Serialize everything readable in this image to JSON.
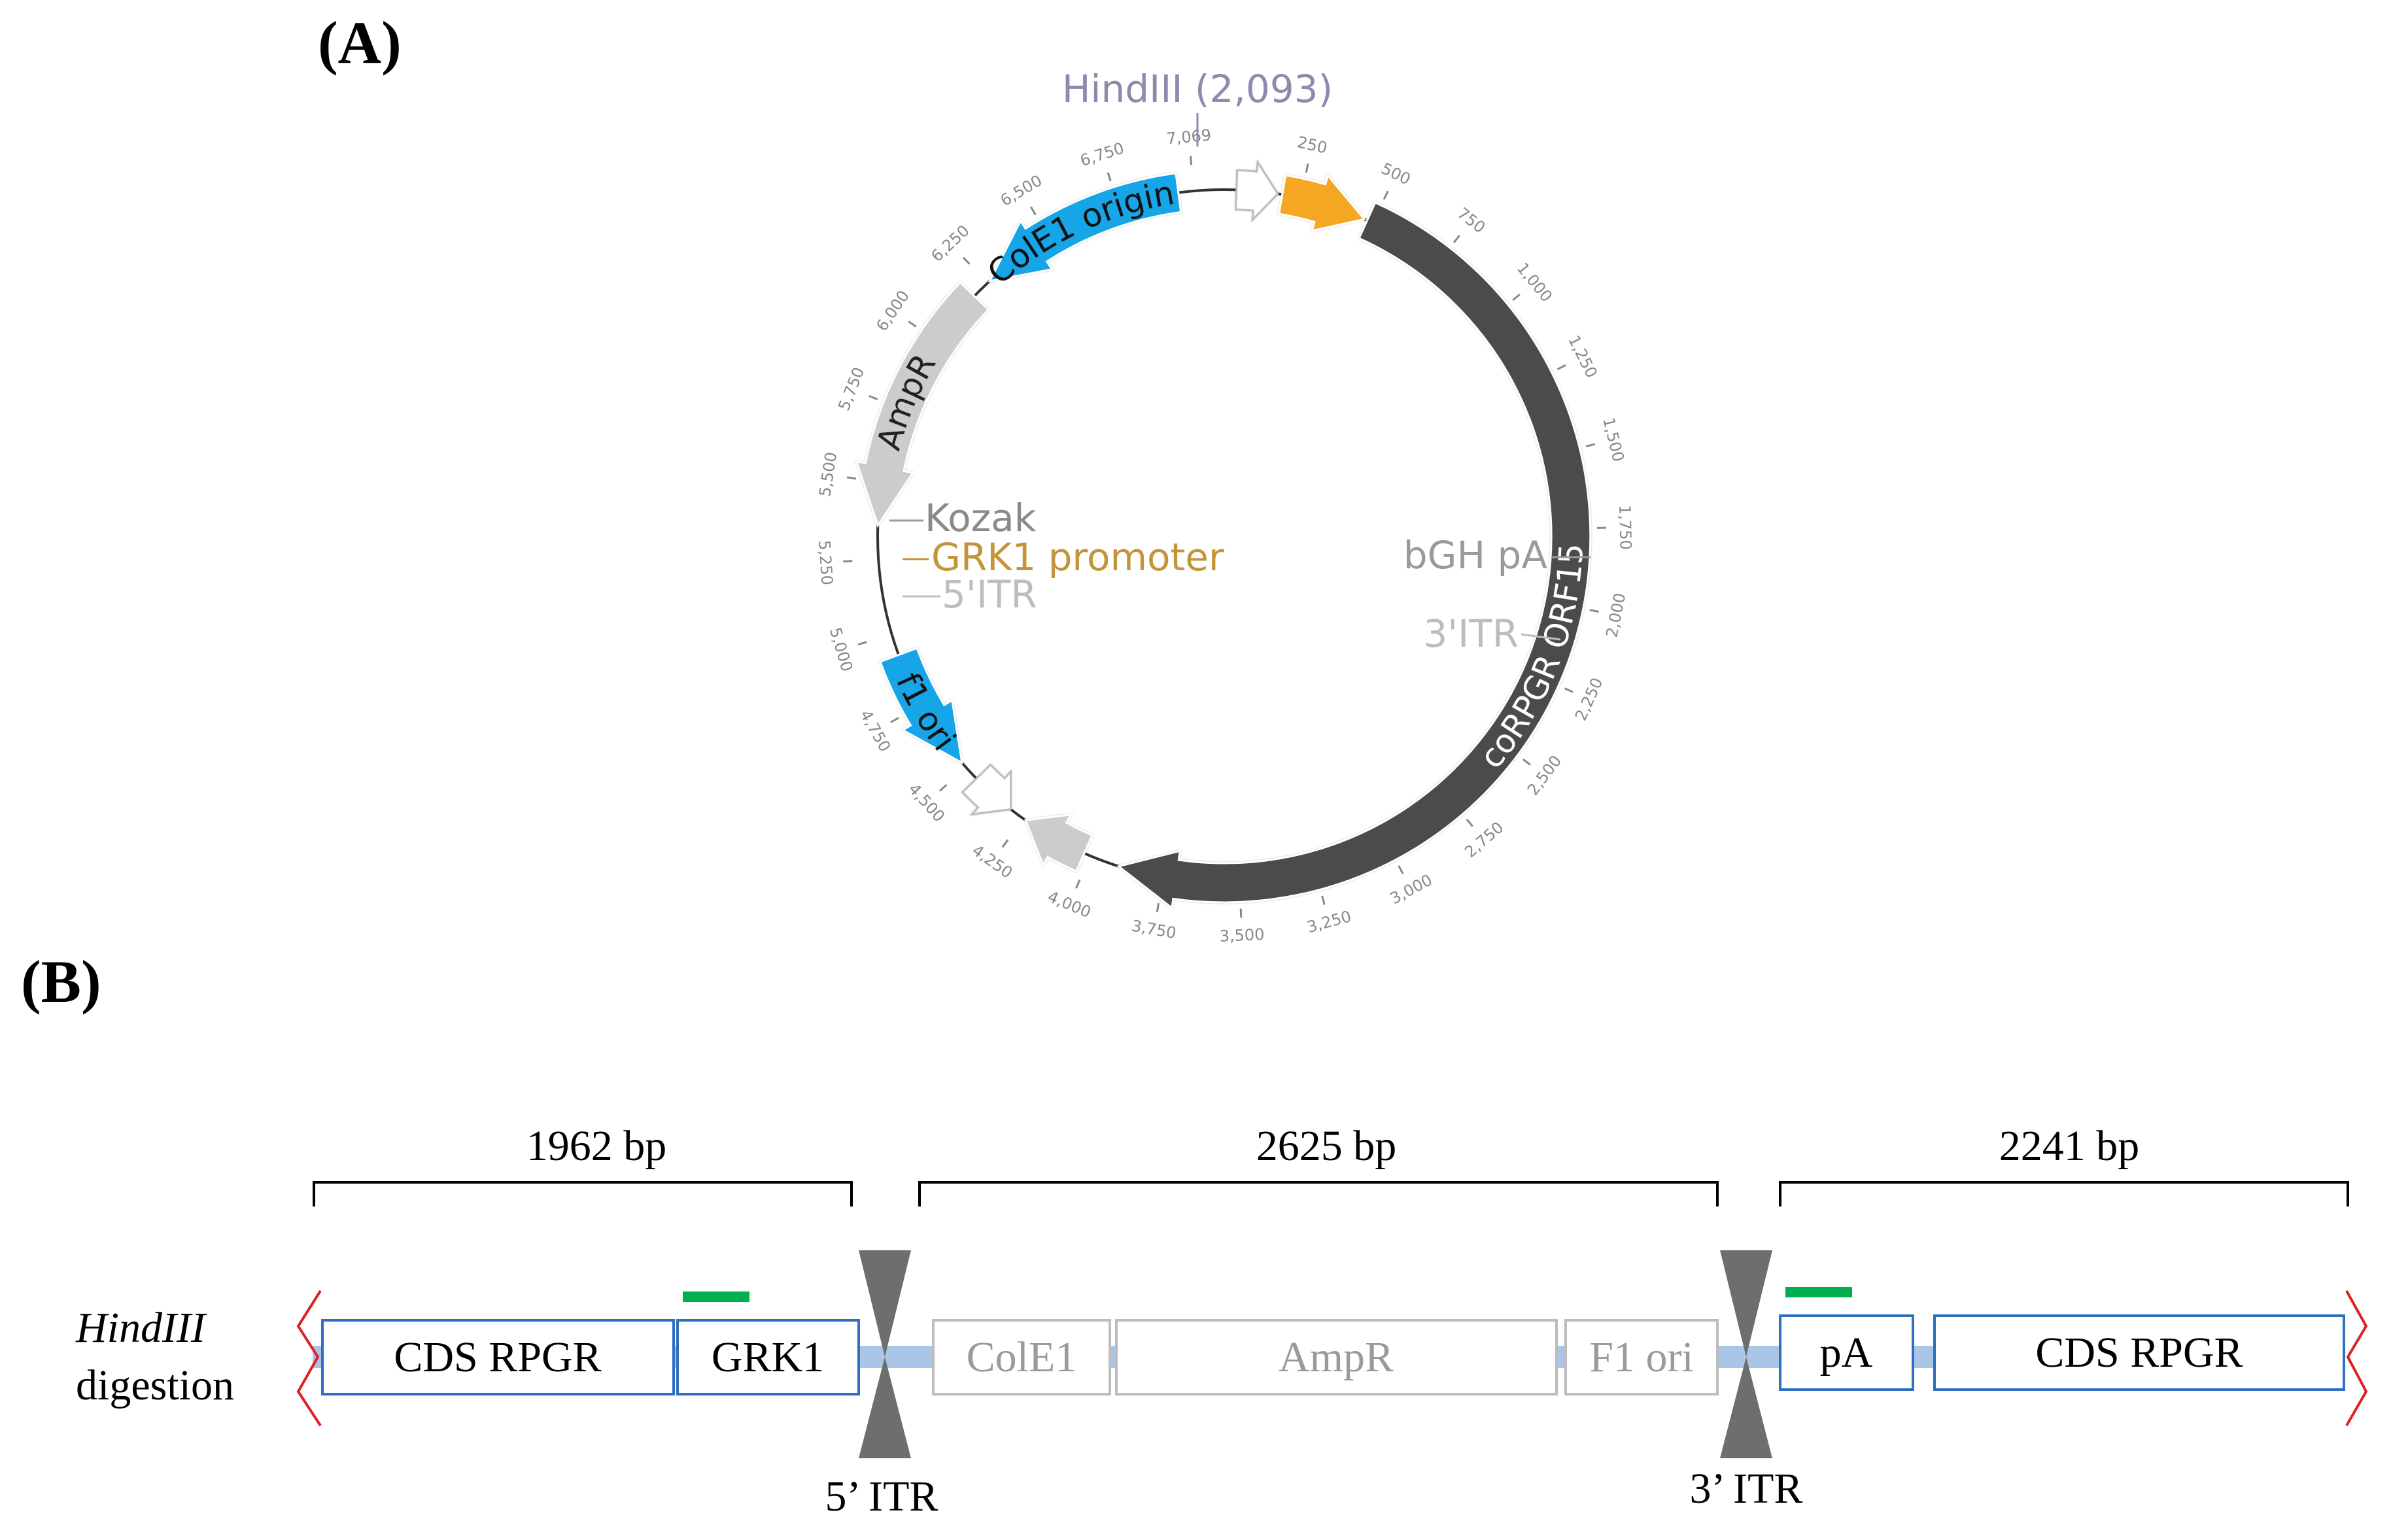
{
  "panels": {
    "a": {
      "label": "(A)"
    },
    "b": {
      "label": "(B)"
    }
  },
  "plasmid": {
    "total_bp": 7100,
    "colors": {
      "orf": "#4b4b4b",
      "promoter": "#f5a623",
      "origin": "#16a5e6",
      "grey_feature": "#cccccc",
      "itr": "#ffffff",
      "backbone": "#333333",
      "tick": "#888888",
      "site_label": "#8e89ad",
      "promoter_label": "#c4943b",
      "grey_label": "#9a9a9a",
      "itr_label": "#bdbdbd"
    },
    "features": [
      {
        "key": "corpgr",
        "name": "coRPGR ORF15",
        "start": 480,
        "end": 3900,
        "direction": 1,
        "color": "#4b4b4b",
        "text_color": "#ffffff"
      },
      {
        "key": "grk1",
        "name": "GRK1 promoter",
        "start": 190,
        "end": 470,
        "direction": 1,
        "color": "#f5a623"
      },
      {
        "key": "itr5",
        "name": "5'ITR",
        "start": 40,
        "end": 175,
        "direction": 1,
        "color": "#ffffff"
      },
      {
        "key": "bgh",
        "name": "bGH pA",
        "start": 4020,
        "end": 4240,
        "direction": 1,
        "color": "#cccccc"
      },
      {
        "key": "itr3",
        "name": "3'ITR",
        "start": 4300,
        "end": 4450,
        "direction": -1,
        "color": "#ffffff"
      },
      {
        "key": "f1",
        "name": "f1 ori",
        "start": 4520,
        "end": 4930,
        "direction": -1,
        "color": "#16a5e6",
        "text_color": "#111111"
      },
      {
        "key": "ampr",
        "name": "AmpR",
        "start": 5360,
        "end": 6190,
        "direction": -1,
        "color": "#cccccc",
        "text_color": "#222222"
      },
      {
        "key": "cole1",
        "name": "ColE1 origin",
        "start": 6260,
        "end": 6950,
        "direction": -1,
        "color": "#16a5e6",
        "text_color": "#111111"
      }
    ],
    "ticks": [
      {
        "pos": 250,
        "label": "250"
      },
      {
        "pos": 500,
        "label": "500"
      },
      {
        "pos": 750,
        "label": "750"
      },
      {
        "pos": 1000,
        "label": "1,000"
      },
      {
        "pos": 1250,
        "label": "1,250"
      },
      {
        "pos": 1500,
        "label": "1,500"
      },
      {
        "pos": 1750,
        "label": "1,750"
      },
      {
        "pos": 2000,
        "label": "2,000"
      },
      {
        "pos": 2250,
        "label": "2,250"
      },
      {
        "pos": 2500,
        "label": "2,500"
      },
      {
        "pos": 2750,
        "label": "2,750"
      },
      {
        "pos": 3000,
        "label": "3,000"
      },
      {
        "pos": 3250,
        "label": "3,250"
      },
      {
        "pos": 3500,
        "label": "3,500"
      },
      {
        "pos": 3750,
        "label": "3,750"
      },
      {
        "pos": 4000,
        "label": "4,000"
      },
      {
        "pos": 4250,
        "label": "4,250"
      },
      {
        "pos": 4500,
        "label": "4,500"
      },
      {
        "pos": 4750,
        "label": "4,750"
      },
      {
        "pos": 5000,
        "label": "5,000"
      },
      {
        "pos": 5250,
        "label": "5,250"
      },
      {
        "pos": 5500,
        "label": "5,500"
      },
      {
        "pos": 5750,
        "label": "5,750"
      },
      {
        "pos": 6000,
        "label": "6,000"
      },
      {
        "pos": 6250,
        "label": "6,250"
      },
      {
        "pos": 6500,
        "label": "6,500"
      },
      {
        "pos": 6750,
        "label": "6,750"
      },
      {
        "pos": 7000,
        "label": "7,069"
      }
    ],
    "site": {
      "name": "HindIII (2,093)",
      "pos": 2093
    },
    "labels": {
      "kozak": "Kozak",
      "grk1": "GRK1 promoter",
      "itr5": "5'ITR",
      "bgh": "bGH pA",
      "itr3": "3'ITR"
    }
  },
  "linear_map": {
    "digestion_label_1": "HindIII",
    "digestion_label_2": "digestion",
    "fragments": [
      {
        "size": "1962 bp"
      },
      {
        "size": "2625 bp"
      },
      {
        "size": "2241 bp"
      }
    ],
    "boxes": [
      {
        "key": "cds1",
        "text": "CDS RPGR",
        "style": "blue"
      },
      {
        "key": "grk1",
        "text": "GRK1",
        "style": "blue"
      },
      {
        "key": "cole1",
        "text": "ColE1",
        "style": "grey"
      },
      {
        "key": "ampr",
        "text": "AmpR",
        "style": "grey"
      },
      {
        "key": "f1",
        "text": "F1 ori",
        "style": "grey"
      },
      {
        "key": "pa",
        "text": "pA",
        "style": "blue"
      },
      {
        "key": "cds2",
        "text": "CDS RPGR",
        "style": "blue"
      }
    ],
    "itrs": [
      {
        "key": "itr5",
        "label": "5’ ITR"
      },
      {
        "key": "itr3",
        "label": "3’ ITR"
      }
    ],
    "colors": {
      "box_blue": "#2e6fbf",
      "box_grey": "#bdbdbd",
      "text_grey": "#9a9a9a",
      "backbone": "#a9c5e8",
      "probe": "#00b050",
      "cut": "#e02020",
      "itr_fill": "#6e6e6e"
    }
  }
}
